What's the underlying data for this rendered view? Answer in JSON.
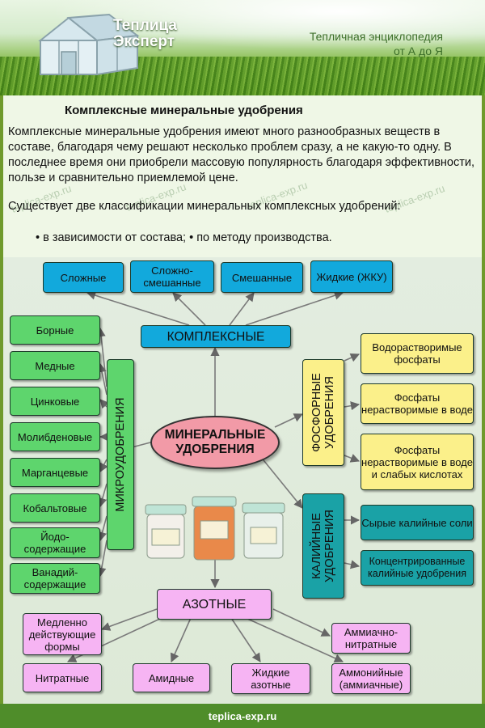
{
  "header": {
    "logo_line1": "Теплица",
    "logo_line2": "Эксперт",
    "tagline_line1": "Тепличная энциклопедия",
    "tagline_line2": "от А до Я"
  },
  "article": {
    "title": "Комплексные минеральные удобрения",
    "intro": "Комплексные минеральные удобрения имеют много разнообразных веществ в составе, благодаря чему решают несколько проблем сразу, а не какую-то одну. В последнее время они приобрели массовую популярность благодаря эффективности, пользе и сравнительно приемлемой цене.",
    "classification": "Существует две классификации минеральных комплексных удобрений:",
    "bullets": "• в зависимости от состава; • по методу производства.",
    "watermark": "teplica-exp.ru"
  },
  "diagram": {
    "center": "МИНЕРАЛЬНЫЕ УДОБРЕНИЯ",
    "complex": {
      "label": "КОМПЛЕКСНЫЕ",
      "items": [
        "Сложные",
        "Сложно-смешанные",
        "Смешанные",
        "Жидкие (ЖКУ)"
      ]
    },
    "micro": {
      "label": "МИКРОУДОБРЕНИЯ",
      "items": [
        "Борные",
        "Медные",
        "Цинковые",
        "Молибденовые",
        "Марганцевые",
        "Кобальтовые",
        "Йодо-содержащие",
        "Ванадий-содержащие"
      ]
    },
    "phosphorus": {
      "label": "ФОСФОРНЫЕ УДОБРЕНИЯ",
      "items": [
        "Водорастворимые фосфаты",
        "Фосфаты нерастворимые в воде",
        "Фосфаты нерастворимые в воде и слабых кислотах"
      ]
    },
    "potassium": {
      "label": "КАЛИЙНЫЕ УДОБРЕНИЯ",
      "items": [
        "Сырые калийные соли",
        "Концентрированные калийные удобрения"
      ]
    },
    "nitrogen": {
      "label": "АЗОТНЫЕ",
      "items": [
        "Медленно действующие формы",
        "Нитратные",
        "Амидные",
        "Жидкие азотные",
        "Аммонийные (аммиачные)",
        "Аммиачно-нитратные"
      ]
    }
  },
  "footer": {
    "site": "teplica-exp.ru"
  },
  "colors": {
    "complex": "#12a9dc",
    "micro": "#5ed56d",
    "phosphorus": "#fbf08a",
    "potassium": "#1aa2a6",
    "nitrogen": "#f6b4f3",
    "center": "#f29aa7"
  }
}
